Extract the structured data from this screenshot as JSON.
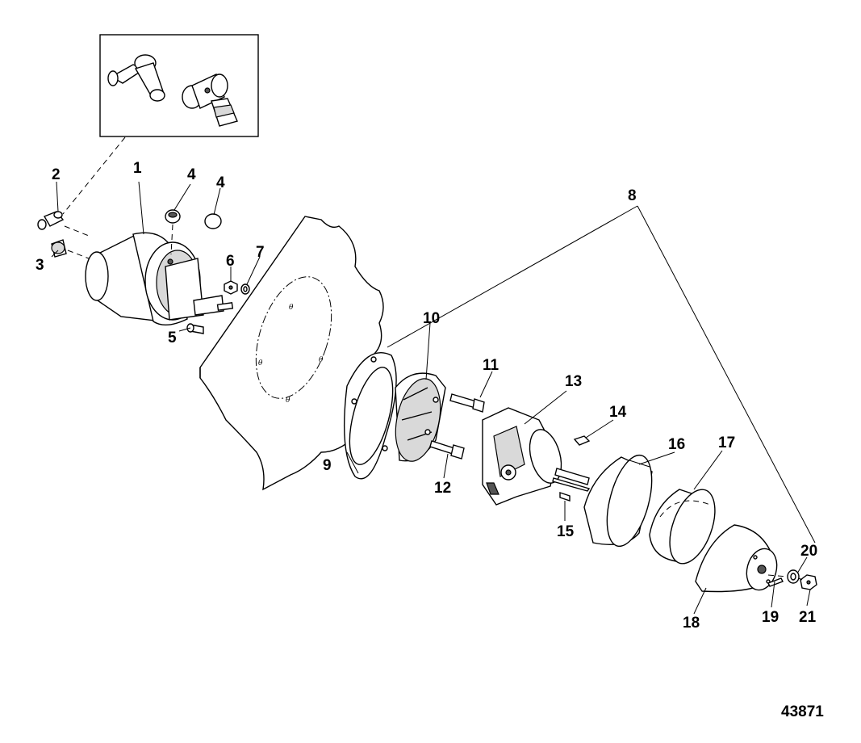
{
  "figure_number": "43871",
  "callouts": [
    {
      "id": "1",
      "text": "1"
    },
    {
      "id": "2",
      "text": "2"
    },
    {
      "id": "3",
      "text": "3"
    },
    {
      "id": "4a",
      "text": "4"
    },
    {
      "id": "4b",
      "text": "4"
    },
    {
      "id": "5",
      "text": "5"
    },
    {
      "id": "6",
      "text": "6"
    },
    {
      "id": "7",
      "text": "7"
    },
    {
      "id": "8",
      "text": "8"
    },
    {
      "id": "9",
      "text": "9"
    },
    {
      "id": "10",
      "text": "10"
    },
    {
      "id": "11",
      "text": "11"
    },
    {
      "id": "12",
      "text": "12"
    },
    {
      "id": "13",
      "text": "13"
    },
    {
      "id": "14",
      "text": "14"
    },
    {
      "id": "15",
      "text": "15"
    },
    {
      "id": "16",
      "text": "16"
    },
    {
      "id": "17",
      "text": "17"
    },
    {
      "id": "18",
      "text": "18"
    },
    {
      "id": "19",
      "text": "19"
    },
    {
      "id": "20",
      "text": "20"
    },
    {
      "id": "21",
      "text": "21"
    }
  ]
}
